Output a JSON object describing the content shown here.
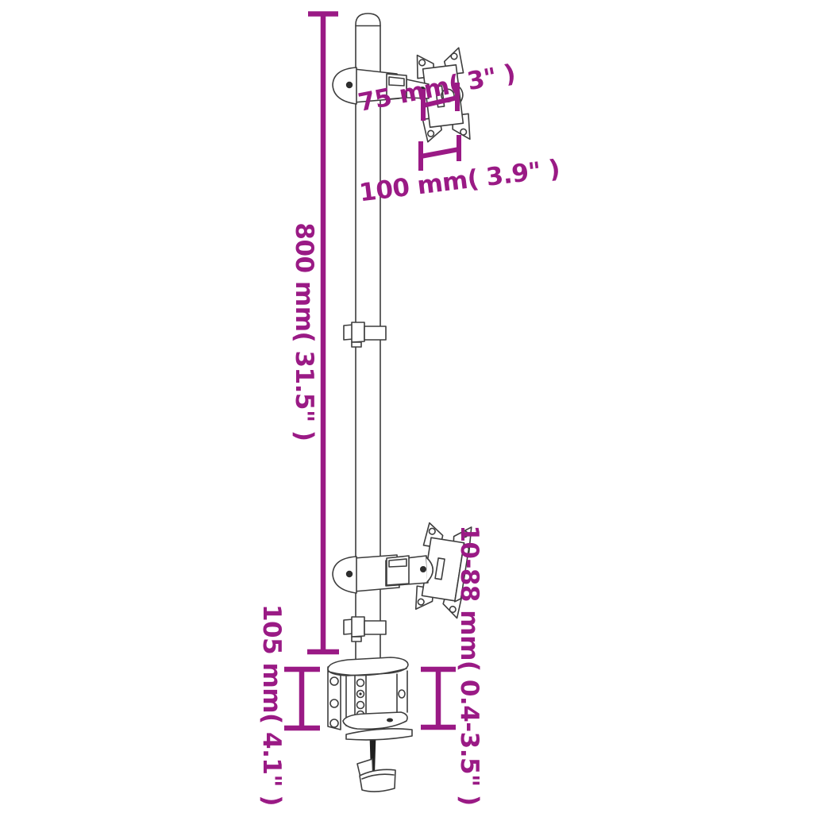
{
  "diagram": {
    "title": "monitor-mount-pole-dimension-diagram",
    "background_color": "#ffffff",
    "accent_color": "#9a1a85",
    "line_color": "#3d3d3d",
    "dimensions": {
      "vesa_small": "75 mm( 3\" )",
      "vesa_large": "100 mm( 3.9\" )",
      "pole_height": "800 mm( 31.5\" )",
      "clamp_height": "105 mm( 4.1\" )",
      "clamp_range": "10-88 mm( 0.4-3.5\" )"
    }
  }
}
